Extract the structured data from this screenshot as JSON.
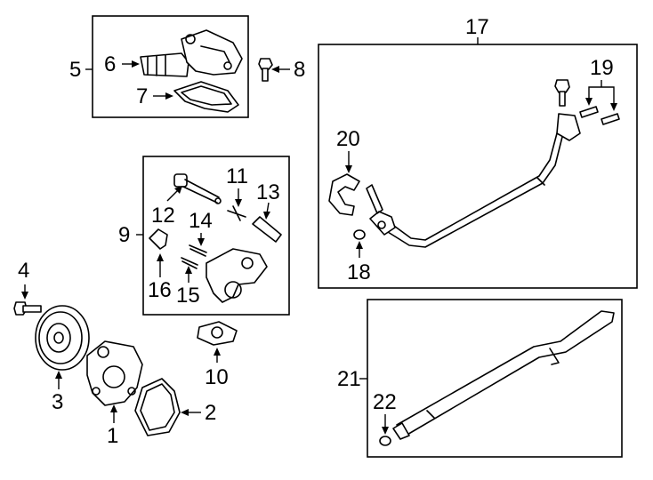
{
  "callouts": {
    "1": "1",
    "2": "2",
    "3": "3",
    "4": "4",
    "5": "5",
    "6": "6",
    "7": "7",
    "8": "8",
    "9": "9",
    "10": "10",
    "11": "11",
    "12": "12",
    "13": "13",
    "14": "14",
    "15": "15",
    "16": "16",
    "17": "17",
    "18": "18",
    "19": "19",
    "20": "20",
    "21": "21",
    "22": "22"
  }
}
